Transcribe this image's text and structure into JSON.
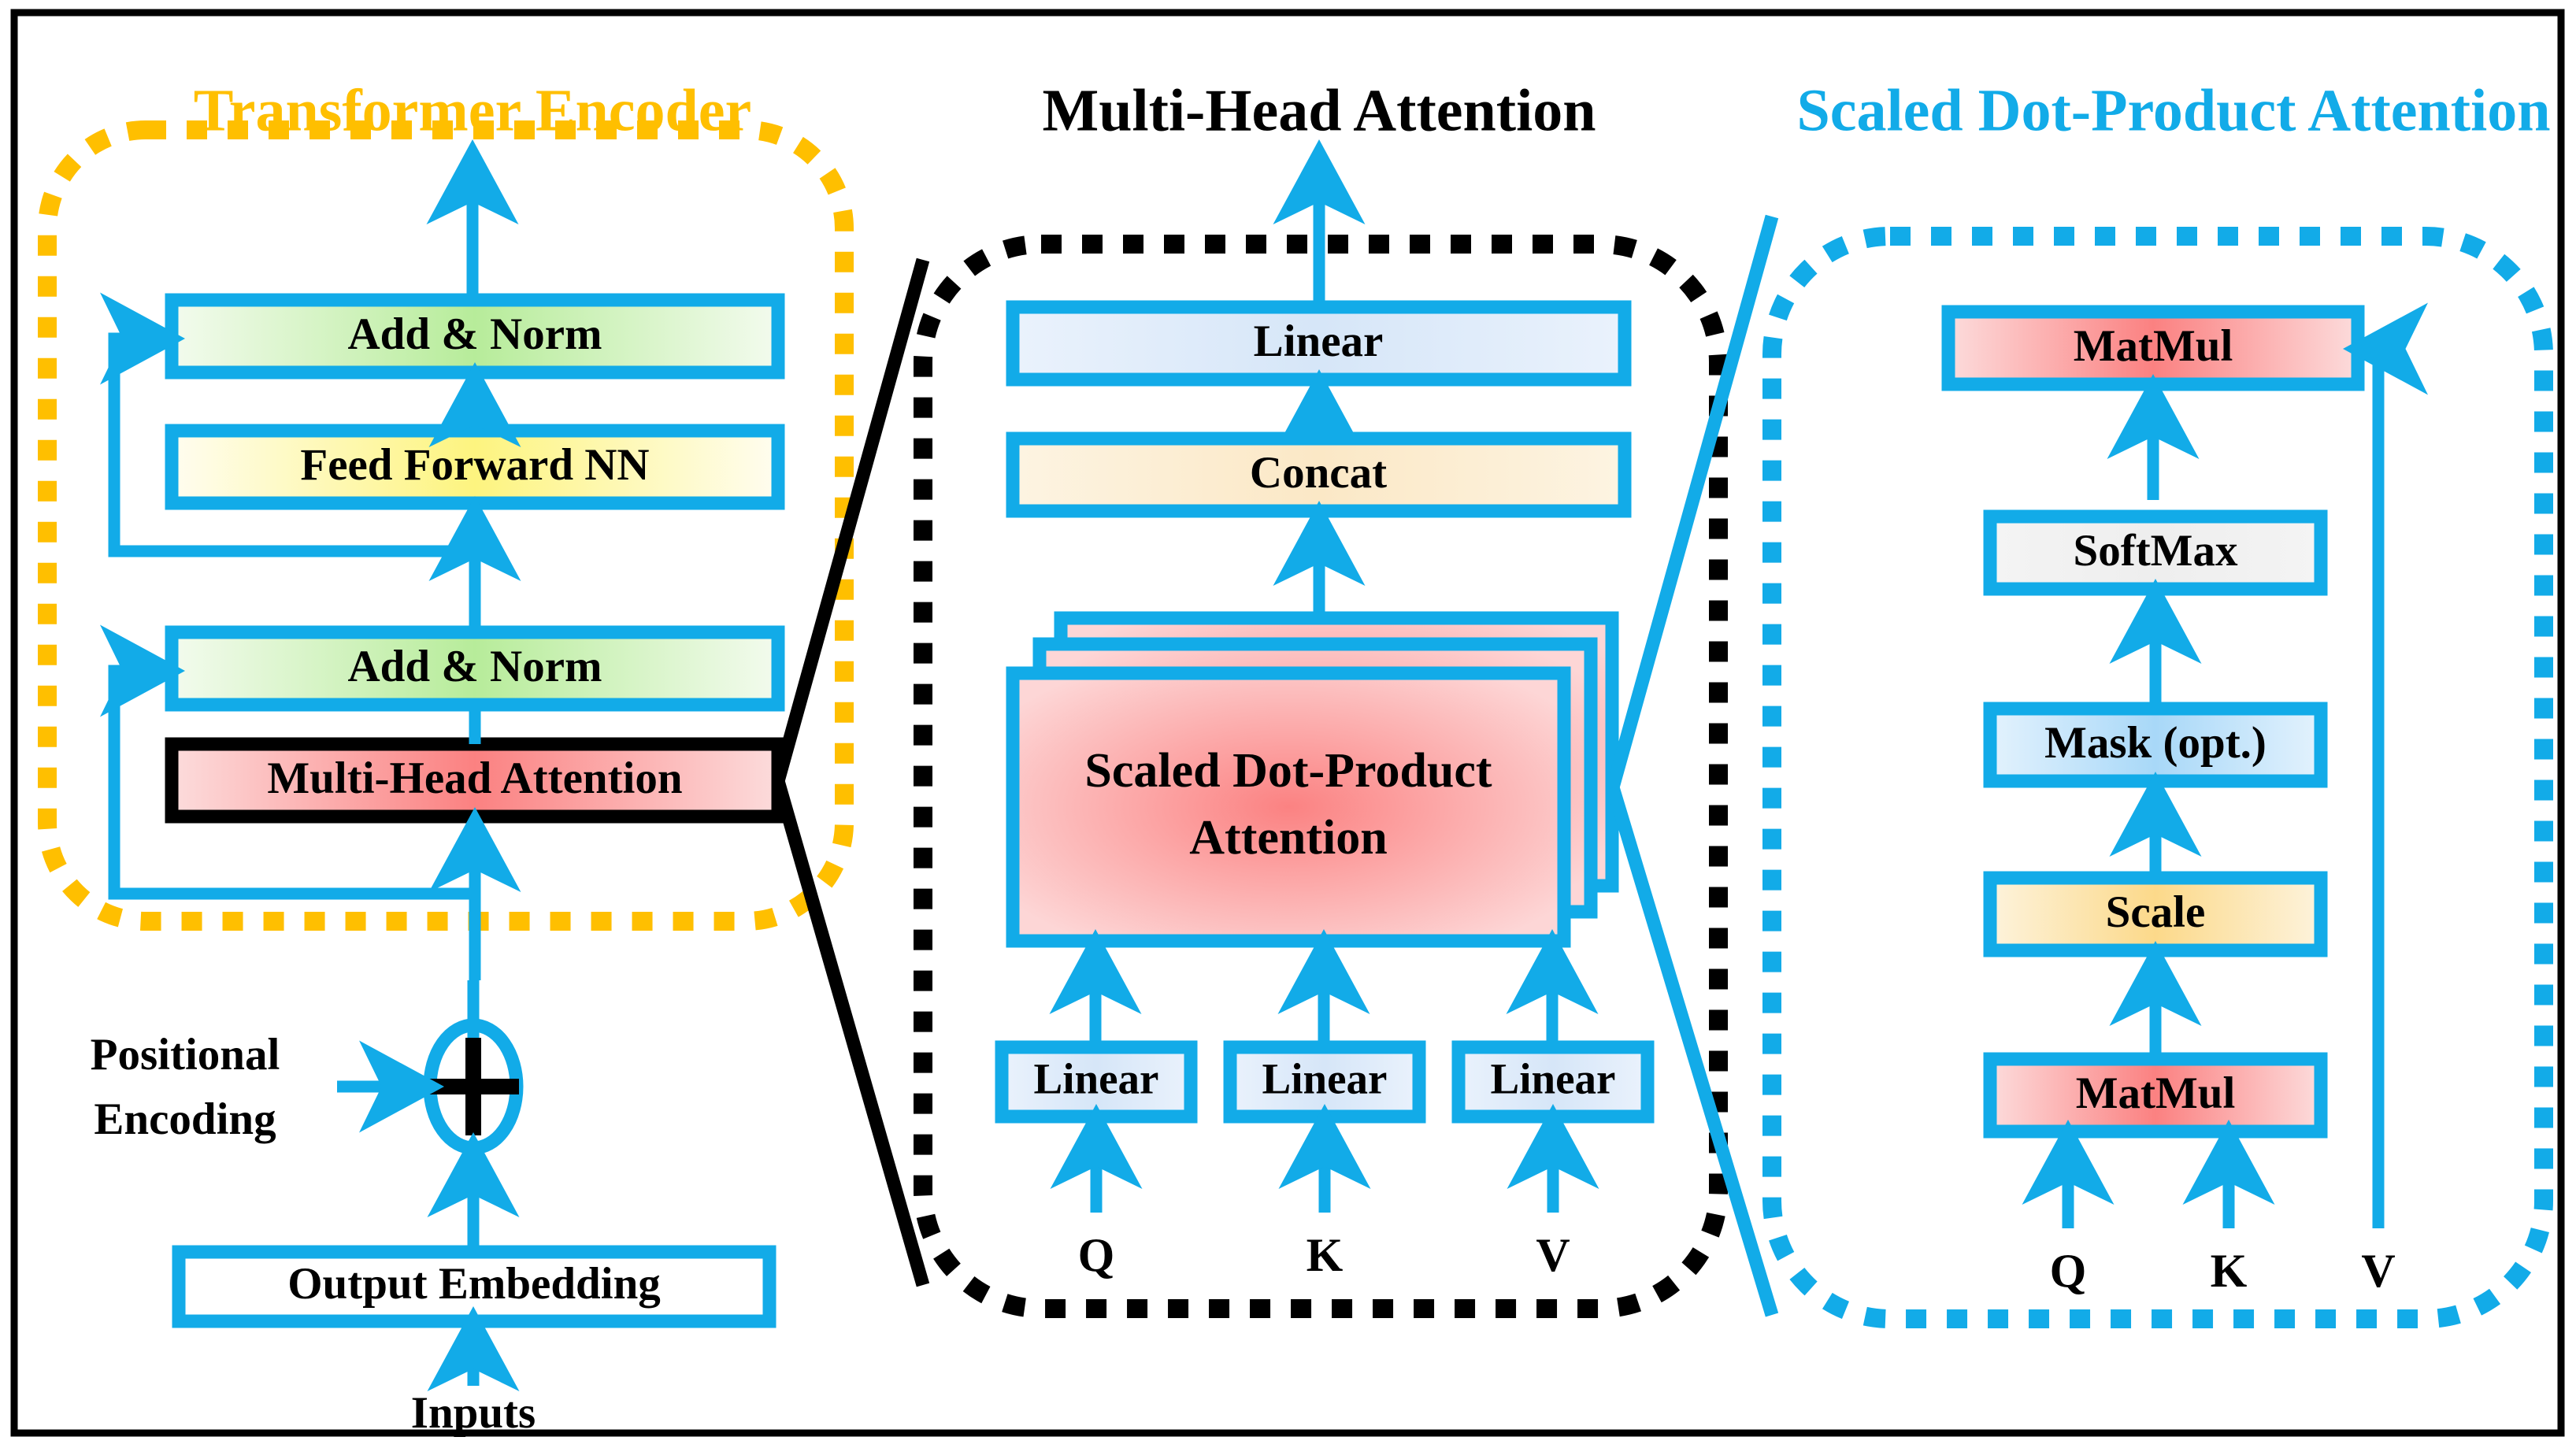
{
  "figure": {
    "background": "#ffffff",
    "frame_color": "#000000",
    "accent_blue": "#12ABE8",
    "accent_yellow": "#FFBF00",
    "accent_black": "#000000"
  },
  "panels": [
    {
      "id": "transformer-encoder",
      "title": "Transformer Encoder",
      "title_color": "#FFBF00",
      "dash_color": "#FFBF00",
      "blocks": [
        {
          "label": "Add & Norm",
          "fill": "green"
        },
        {
          "label": "Feed Forward NN",
          "fill": "yellow"
        },
        {
          "label": "Add & Norm",
          "fill": "green"
        },
        {
          "label": "Multi-Head Attention",
          "fill": "red",
          "outline": "black"
        }
      ],
      "outside_blocks": [
        {
          "label": "Output Embedding",
          "fill": "white"
        }
      ],
      "annotations": [
        {
          "label": "Positional Encoding"
        },
        {
          "label": "Inputs"
        }
      ],
      "operator_icon": "plus-circle-icon"
    },
    {
      "id": "multi-head-attention",
      "title": "Multi-Head Attention",
      "title_color": "#000000",
      "dash_color": "#000000",
      "blocks": [
        {
          "label": "Linear",
          "fill": "lightblue"
        },
        {
          "label": "Concat",
          "fill": "cream"
        },
        {
          "label": "Scaled Dot-Product Attention",
          "fill": "red",
          "stacked": 3
        },
        {
          "label": "Linear",
          "fill": "lightblue"
        },
        {
          "label": "Linear",
          "fill": "lightblue"
        },
        {
          "label": "Linear",
          "fill": "lightblue"
        }
      ],
      "inputs": [
        "Q",
        "K",
        "V"
      ]
    },
    {
      "id": "scaled-dot-product-attention",
      "title": "Scaled Dot-Product Attention",
      "title_color": "#12ABE8",
      "dash_color": "#12ABE8",
      "blocks": [
        {
          "label": "MatMul",
          "fill": "red"
        },
        {
          "label": "SoftMax",
          "fill": "grey"
        },
        {
          "label": "Mask (opt.)",
          "fill": "blue"
        },
        {
          "label": "Scale",
          "fill": "orange"
        },
        {
          "label": "MatMul",
          "fill": "red"
        }
      ],
      "inputs": [
        "Q",
        "K",
        "V"
      ]
    }
  ],
  "labels": {
    "transformer_encoder_title": "Transformer Encoder",
    "multi_head_attention_title": "Multi-Head Attention",
    "scaled_dot_product_title": "Scaled Dot-Product Attention",
    "add_norm_top": "Add & Norm",
    "feed_forward_nn": "Feed Forward NN",
    "add_norm_bottom": "Add & Norm",
    "multi_head_attention_block": "Multi-Head Attention",
    "positional_encoding": "Positional Encoding",
    "positional_encoding_line1": "Positional",
    "positional_encoding_line2": "Encoding",
    "output_embedding": "Output Embedding",
    "inputs": "Inputs",
    "linear": "Linear",
    "concat": "Concat",
    "sdpa_line1": "Scaled Dot-Product",
    "sdpa_line2": "Attention",
    "linear_q": "Linear",
    "linear_k": "Linear",
    "linear_v": "Linear",
    "mha_q": "Q",
    "mha_k": "K",
    "mha_v": "V",
    "matmul_top": "MatMul",
    "softmax": "SoftMax",
    "mask_opt": "Mask (opt.)",
    "scale": "Scale",
    "matmul_bottom": "MatMul",
    "sdpa_q": "Q",
    "sdpa_k": "K",
    "sdpa_v": "V"
  }
}
